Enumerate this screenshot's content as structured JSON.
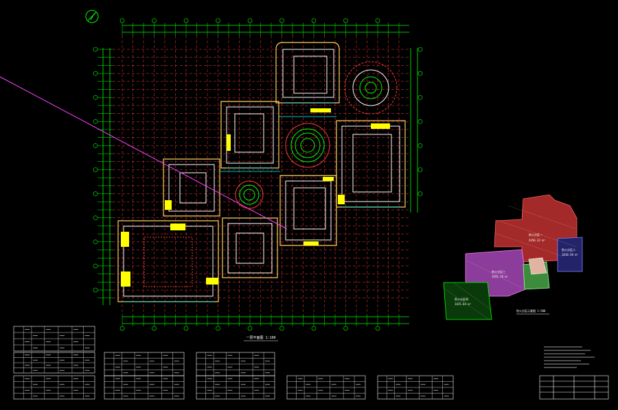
{
  "drawing": {
    "main_plan_title": "一层平面图 1:100",
    "zone_plan_title": "防火分区示意图 1:500",
    "zones": [
      {
        "label": "防火分区一",
        "area": "2456.32 m²"
      },
      {
        "label": "防火分区二",
        "area": "1810.50 m²"
      },
      {
        "label": "防火分区三",
        "area": "1932.78 m²"
      },
      {
        "label": "防火分区四",
        "area": "1425.64 m²"
      }
    ],
    "colors": {
      "background": "#000000",
      "grid_axis": "#00ff00",
      "column_grid": "#ff3b3b",
      "walls": "#ffffff",
      "fill_accent": "#ffff00",
      "dim_blue": "#5aa0ff",
      "leader_line": "#ff44ff",
      "zone_red": "#a42a2a",
      "zone_purple": "#8c3c9a",
      "zone_green": "#3c8c3c",
      "zone_navy": "#23236a",
      "zone_peach": "#e0b4a0"
    }
  }
}
